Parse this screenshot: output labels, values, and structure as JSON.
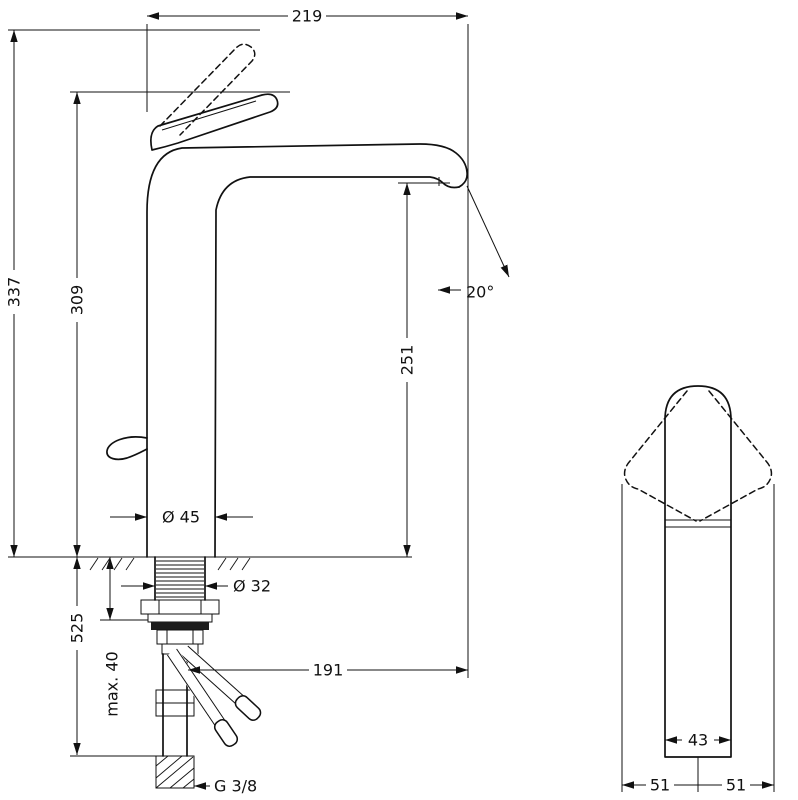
{
  "drawing": {
    "front_view": {
      "width_top": "219",
      "height_total": "337",
      "height_handle": "309",
      "height_spout": "251",
      "angle_spout": "20°",
      "dia_body": "Ø 45",
      "dia_shank": "Ø 32",
      "hose_length": "525",
      "max_thickness": "max. 40",
      "spout_reach": "191",
      "thread": "G 3/8"
    },
    "side_view": {
      "depth": "43",
      "swing_left": "51",
      "swing_right": "51"
    },
    "colors": {
      "line": "#111111",
      "background": "#ffffff"
    }
  }
}
